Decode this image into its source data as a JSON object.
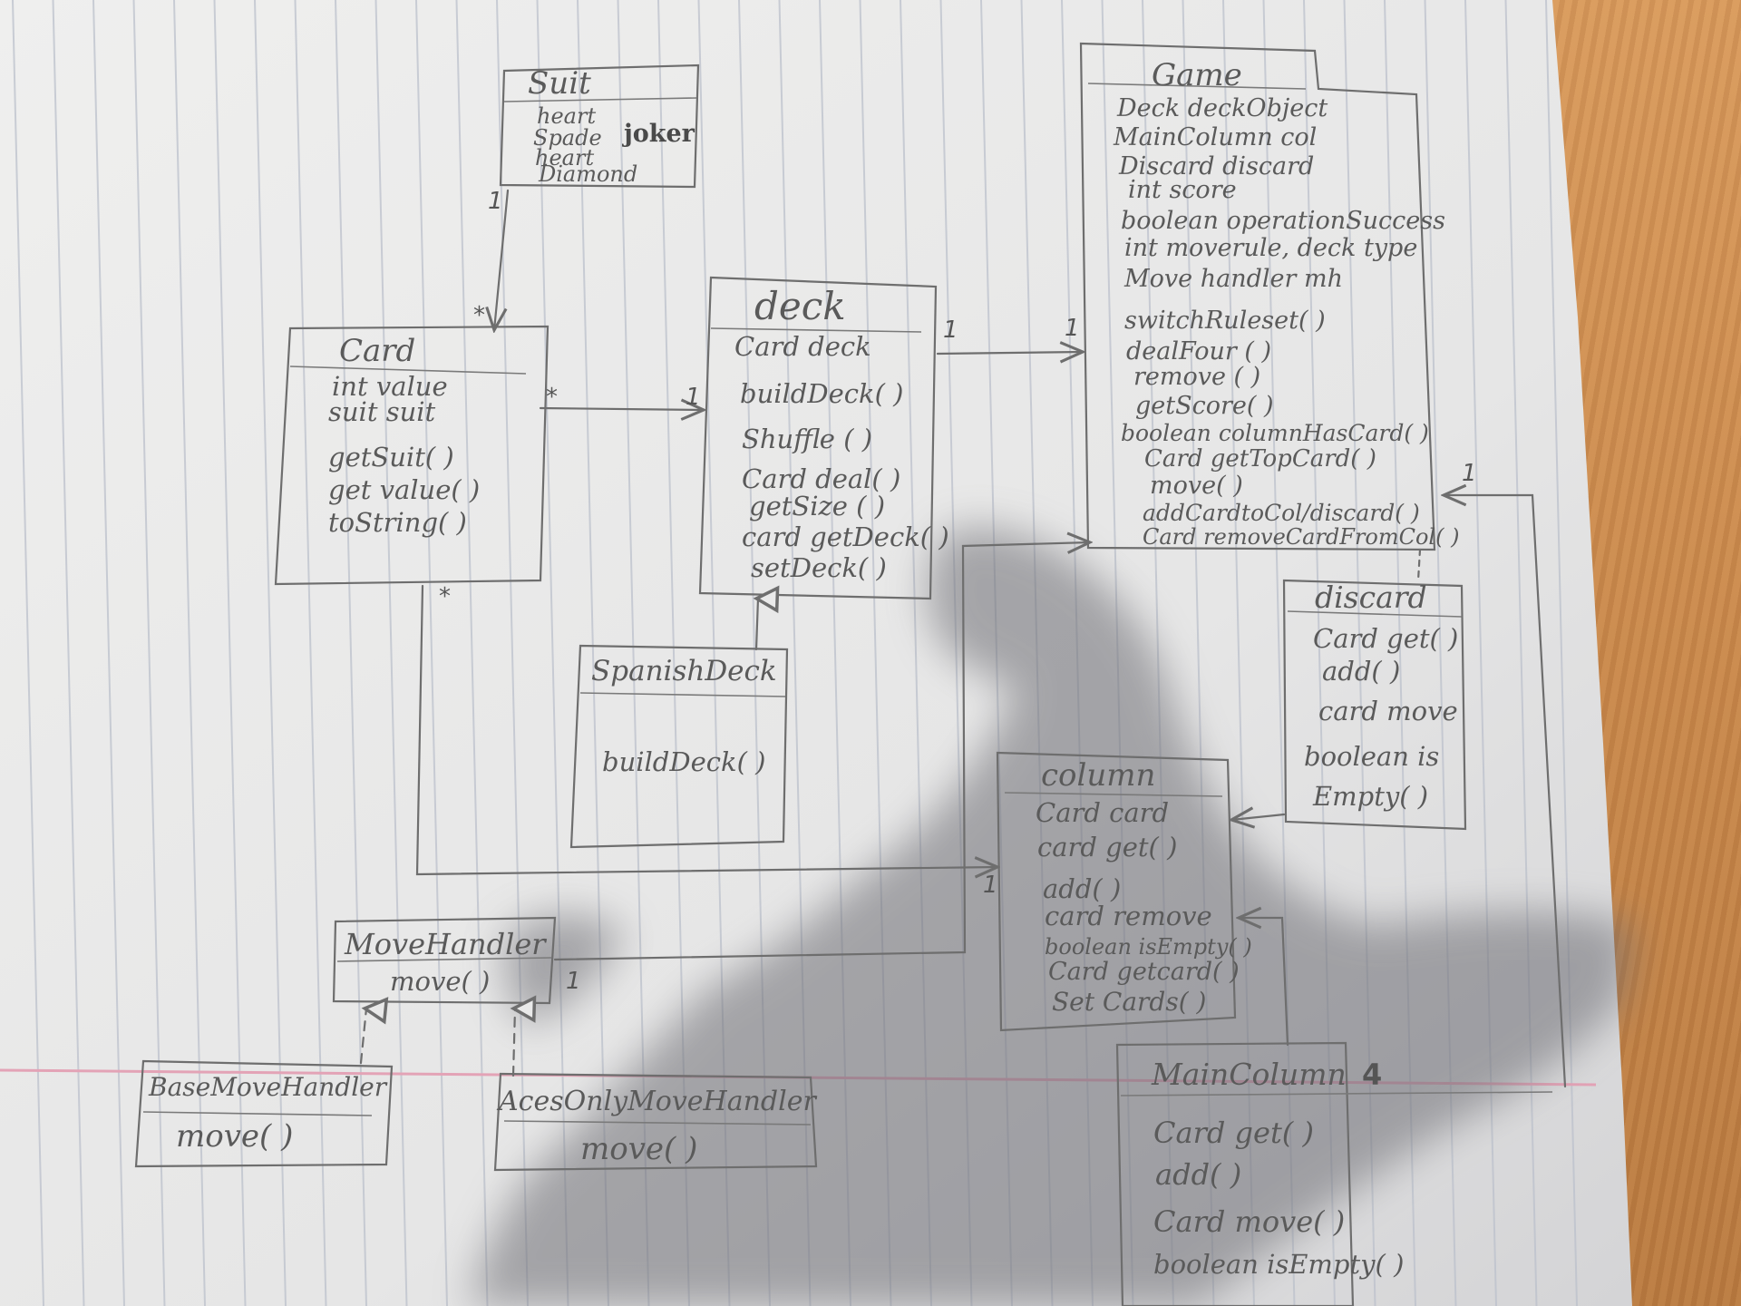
{
  "boxes": {
    "suit": {
      "title": "Suit",
      "lines": [
        "heart",
        "Spade",
        "heart",
        "Diamond"
      ],
      "extra": "joker"
    },
    "card": {
      "title": "Card",
      "lines": [
        "int value",
        "suit suit",
        "getSuit( )",
        "get value( )",
        "toString( )"
      ]
    },
    "deck": {
      "title": "deck",
      "lines": [
        "Card deck",
        "buildDeck( )",
        "Shuffle ( )",
        "Card deal( )",
        "getSize ( )",
        "card getDeck( )",
        "setDeck( )"
      ]
    },
    "spanish_deck": {
      "title": "SpanishDeck",
      "lines": [
        "buildDeck( )"
      ]
    },
    "game": {
      "title": "Game",
      "lines": [
        "Deck deckObject",
        "MainColumn col",
        "Discard discard",
        "int score",
        "boolean operationSuccess",
        "int moverule, deck type",
        "Move handler mh",
        "switchRuleset( )",
        "dealFour ( )",
        "remove ( )",
        "getScore( )",
        "boolean columnHasCard( )",
        "Card getTopCard( )",
        "move( )",
        "addCardtoCol/discard( )",
        "Card removeCardFromCol( )"
      ]
    },
    "discard": {
      "title": "discard",
      "lines": [
        "Card get( )",
        "add( )",
        "card move",
        "boolean is",
        "Empty( )"
      ]
    },
    "column": {
      "title": "column",
      "lines": [
        "Card card",
        "card get( )",
        "add( )",
        "card remove",
        "boolean isEmpty( )",
        "Card getcard( )",
        "Set Cards( )"
      ]
    },
    "move_handler": {
      "title": "MoveHandler",
      "lines": [
        "move( )"
      ]
    },
    "base_move_handler": {
      "title": "BaseMoveHandler",
      "lines": [
        "move( )"
      ]
    },
    "aces_only_move_handler": {
      "title": "AcesOnlyMoveHandler",
      "lines": [
        "move( )"
      ]
    },
    "main_column": {
      "title": "MainColumn",
      "lines": [
        "Card get( )",
        "add( )",
        "Card move( )",
        "boolean isEmpty( )"
      ]
    }
  },
  "multiplicities": {
    "suit_card_top": "1",
    "suit_card_bottom": "*",
    "card_deck_left": "*",
    "card_deck_right": "1",
    "deck_game_left": "1",
    "deck_game_right": "1",
    "card_column": "*",
    "column_left": "1",
    "movehandler_right": "1",
    "game_right": "1",
    "maincolumn_count": "4"
  },
  "colors": {
    "paper": "#ececec",
    "pencil": "#6e6e6e",
    "rule_line": "#b9bfcc",
    "margin_line": "#e3a3b6",
    "shadow": "#8e8e92"
  }
}
